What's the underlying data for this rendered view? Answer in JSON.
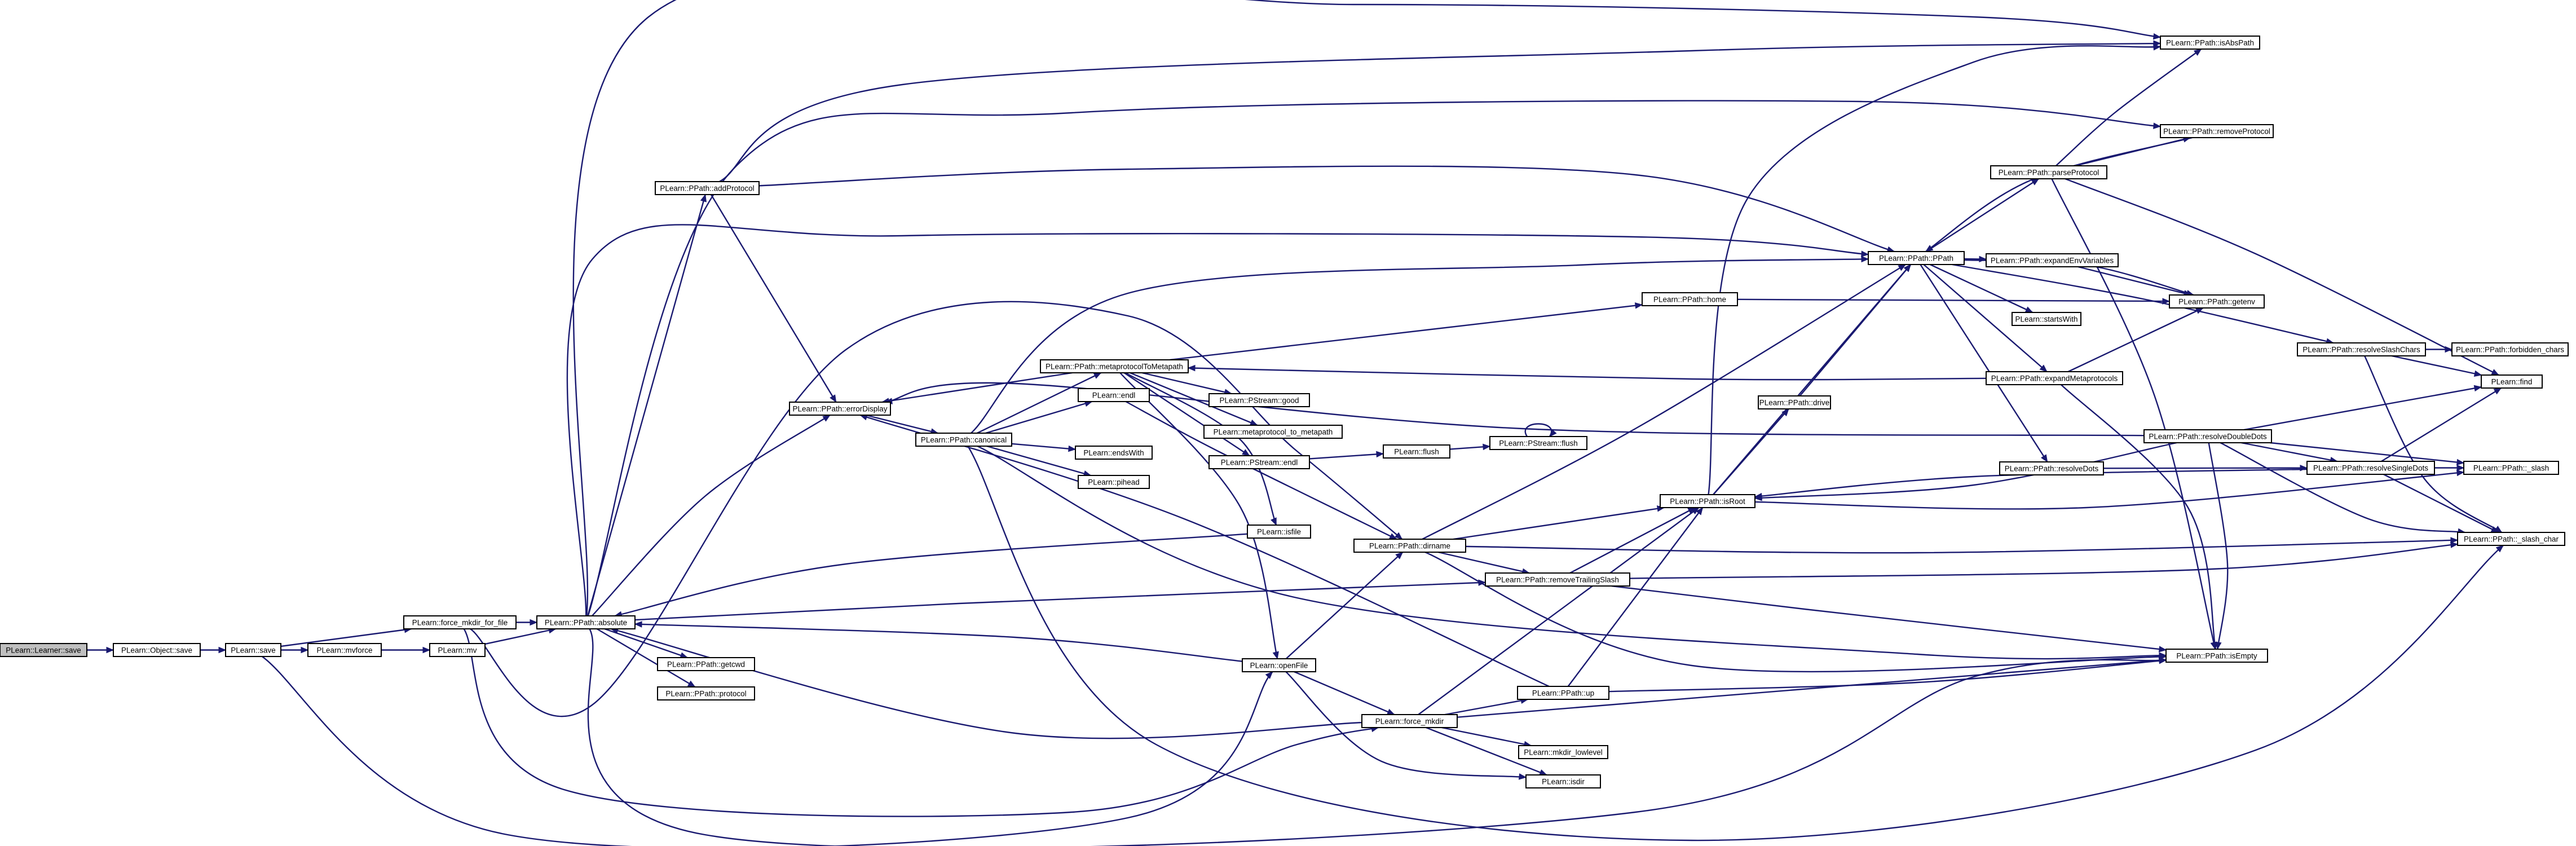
{
  "graph": {
    "edge_color": "#191970",
    "root_fill": "#bfbfbf",
    "node_fill": "#ffffff",
    "nodes": [
      {
        "id": "learner_save",
        "label": "PLearn::Learner::save",
        "root": true
      },
      {
        "id": "object_save",
        "label": "PLearn::Object::save"
      },
      {
        "id": "save",
        "label": "PLearn::save"
      },
      {
        "id": "mvforce",
        "label": "PLearn::mvforce"
      },
      {
        "id": "mv",
        "label": "PLearn::mv"
      },
      {
        "id": "force_mkdir_for_file",
        "label": "PLearn::force_mkdir_for_file"
      },
      {
        "id": "absolute",
        "label": "PLearn::PPath::absolute"
      },
      {
        "id": "addProtocol",
        "label": "PLearn::PPath::addProtocol"
      },
      {
        "id": "errorDisplay",
        "label": "PLearn::PPath::errorDisplay"
      },
      {
        "id": "canonical",
        "label": "PLearn::PPath::canonical"
      },
      {
        "id": "getcwd",
        "label": "PLearn::PPath::getcwd"
      },
      {
        "id": "protocol",
        "label": "PLearn::PPath::protocol"
      },
      {
        "id": "metaprotocolToMetapath",
        "label": "PLearn::PPath::metaprotocolToMetapath"
      },
      {
        "id": "endl",
        "label": "PLearn::endl"
      },
      {
        "id": "endsWith",
        "label": "PLearn::endsWith"
      },
      {
        "id": "pihead",
        "label": "PLearn::pihead"
      },
      {
        "id": "isfile",
        "label": "PLearn::isfile"
      },
      {
        "id": "openFile",
        "label": "PLearn::openFile"
      },
      {
        "id": "pstream_good",
        "label": "PLearn::PStream::good"
      },
      {
        "id": "metaprotocol_to_metapath",
        "label": "PLearn::metaprotocol_to_metapath"
      },
      {
        "id": "pstream_endl",
        "label": "PLearn::PStream::endl"
      },
      {
        "id": "flush",
        "label": "PLearn::flush"
      },
      {
        "id": "pstream_flush",
        "label": "PLearn::PStream::flush"
      },
      {
        "id": "home",
        "label": "PLearn::PPath::home"
      },
      {
        "id": "dirname",
        "label": "PLearn::PPath::dirname"
      },
      {
        "id": "removeTrailingSlash",
        "label": "PLearn::PPath::removeTrailingSlash"
      },
      {
        "id": "force_mkdir",
        "label": "PLearn::force_mkdir"
      },
      {
        "id": "up",
        "label": "PLearn::PPath::up"
      },
      {
        "id": "mkdir_lowlevel",
        "label": "PLearn::mkdir_lowlevel"
      },
      {
        "id": "isdir",
        "label": "PLearn::isdir"
      },
      {
        "id": "drive",
        "label": "PLearn::PPath::drive"
      },
      {
        "id": "isRoot",
        "label": "PLearn::PPath::isRoot"
      },
      {
        "id": "pp_ppath",
        "label": "PLearn::PPath::PPath"
      },
      {
        "id": "isAbsPath",
        "label": "PLearn::PPath::isAbsPath"
      },
      {
        "id": "removeProtocol",
        "label": "PLearn::PPath::removeProtocol"
      },
      {
        "id": "parseProtocol",
        "label": "PLearn::PPath::parseProtocol"
      },
      {
        "id": "expandEnvVariables",
        "label": "PLearn::PPath::expandEnvVariables"
      },
      {
        "id": "startsWith",
        "label": "PLearn::startsWith"
      },
      {
        "id": "getenv",
        "label": "PLearn::PPath::getenv"
      },
      {
        "id": "expandMetaprotocols",
        "label": "PLearn::PPath::expandMetaprotocols"
      },
      {
        "id": "resolveDots",
        "label": "PLearn::PPath::resolveDots"
      },
      {
        "id": "resolveDoubleDots",
        "label": "PLearn::PPath::resolveDoubleDots"
      },
      {
        "id": "resolveSingleDots",
        "label": "PLearn::PPath::resolveSingleDots"
      },
      {
        "id": "resolveSlashChars",
        "label": "PLearn::PPath::resolveSlashChars"
      },
      {
        "id": "forbidden_chars",
        "label": "PLearn::PPath::forbidden_chars"
      },
      {
        "id": "find",
        "label": "PLearn::find"
      },
      {
        "id": "slash",
        "label": "PLearn::PPath::_slash"
      },
      {
        "id": "slash_char",
        "label": "PLearn::PPath::_slash_char"
      },
      {
        "id": "isEmpty",
        "label": "PLearn::PPath::isEmpty"
      }
    ],
    "edges": [
      [
        "learner_save",
        "object_save"
      ],
      [
        "object_save",
        "save"
      ],
      [
        "save",
        "mvforce"
      ],
      [
        "save",
        "force_mkdir_for_file"
      ],
      [
        "save",
        "openFile"
      ],
      [
        "mvforce",
        "mv"
      ],
      [
        "mv",
        "absolute"
      ],
      [
        "force_mkdir_for_file",
        "absolute"
      ],
      [
        "force_mkdir_for_file",
        "dirname"
      ],
      [
        "force_mkdir_for_file",
        "force_mkdir"
      ],
      [
        "absolute",
        "addProtocol"
      ],
      [
        "absolute",
        "getcwd"
      ],
      [
        "absolute",
        "protocol"
      ],
      [
        "absolute",
        "isAbsPath"
      ],
      [
        "absolute",
        "removeProtocol"
      ],
      [
        "absolute",
        "pp_ppath"
      ],
      [
        "absolute",
        "errorDisplay"
      ],
      [
        "absolute",
        "isEmpty"
      ],
      [
        "absolute",
        "removeTrailingSlash"
      ],
      [
        "addProtocol",
        "isAbsPath"
      ],
      [
        "addProtocol",
        "pp_ppath"
      ],
      [
        "addProtocol",
        "errorDisplay"
      ],
      [
        "errorDisplay",
        "canonical"
      ],
      [
        "canonical",
        "metaprotocolToMetapath"
      ],
      [
        "canonical",
        "endl"
      ],
      [
        "canonical",
        "endsWith"
      ],
      [
        "canonical",
        "pihead"
      ],
      [
        "canonical",
        "pp_ppath"
      ],
      [
        "canonical",
        "isEmpty"
      ],
      [
        "canonical",
        "slash_char"
      ],
      [
        "metaprotocolToMetapath",
        "errorDisplay"
      ],
      [
        "metaprotocolToMetapath",
        "home"
      ],
      [
        "metaprotocolToMetapath",
        "pstream_good"
      ],
      [
        "metaprotocolToMetapath",
        "metaprotocol_to_metapath"
      ],
      [
        "metaprotocolToMetapath",
        "pstream_endl"
      ],
      [
        "metaprotocolToMetapath",
        "isfile"
      ],
      [
        "metaprotocolToMetapath",
        "openFile"
      ],
      [
        "endl",
        "dirname"
      ],
      [
        "pstream_endl",
        "flush"
      ],
      [
        "flush",
        "pstream_flush"
      ],
      [
        "pstream_flush",
        "pstream_flush"
      ],
      [
        "home",
        "getenv"
      ],
      [
        "isfile",
        "absolute"
      ],
      [
        "openFile",
        "absolute"
      ],
      [
        "openFile",
        "dirname"
      ],
      [
        "openFile",
        "force_mkdir"
      ],
      [
        "openFile",
        "isdir"
      ],
      [
        "dirname",
        "removeTrailingSlash"
      ],
      [
        "dirname",
        "isRoot"
      ],
      [
        "dirname",
        "pp_ppath"
      ],
      [
        "dirname",
        "isEmpty"
      ],
      [
        "dirname",
        "slash_char"
      ],
      [
        "removeTrailingSlash",
        "isRoot"
      ],
      [
        "removeTrailingSlash",
        "isEmpty"
      ],
      [
        "removeTrailingSlash",
        "slash_char"
      ],
      [
        "force_mkdir",
        "absolute"
      ],
      [
        "force_mkdir",
        "up"
      ],
      [
        "force_mkdir",
        "mkdir_lowlevel"
      ],
      [
        "force_mkdir",
        "isdir"
      ],
      [
        "force_mkdir",
        "isRoot"
      ],
      [
        "force_mkdir",
        "isEmpty"
      ],
      [
        "up",
        "errorDisplay"
      ],
      [
        "up",
        "isRoot"
      ],
      [
        "up",
        "isEmpty"
      ],
      [
        "isRoot",
        "drive"
      ],
      [
        "isRoot",
        "isAbsPath"
      ],
      [
        "isRoot",
        "pp_ppath"
      ],
      [
        "isRoot",
        "slash"
      ],
      [
        "drive",
        "pp_ppath"
      ],
      [
        "pp_ppath",
        "parseProtocol"
      ],
      [
        "pp_ppath",
        "expandEnvVariables"
      ],
      [
        "pp_ppath",
        "startsWith"
      ],
      [
        "pp_ppath",
        "getenv"
      ],
      [
        "pp_ppath",
        "expandMetaprotocols"
      ],
      [
        "pp_ppath",
        "resolveDots"
      ],
      [
        "pp_ppath",
        "resolveSlashChars"
      ],
      [
        "parseProtocol",
        "isAbsPath"
      ],
      [
        "parseProtocol",
        "removeProtocol"
      ],
      [
        "parseProtocol",
        "find"
      ],
      [
        "parseProtocol",
        "isEmpty"
      ],
      [
        "removeProtocol",
        "pp_ppath"
      ],
      [
        "expandEnvVariables",
        "getenv"
      ],
      [
        "expandMetaprotocols",
        "getenv"
      ],
      [
        "expandMetaprotocols",
        "metaprotocolToMetapath"
      ],
      [
        "expandMetaprotocols",
        "isEmpty"
      ],
      [
        "resolveDots",
        "resolveSingleDots"
      ],
      [
        "resolveDoubleDots",
        "isRoot"
      ],
      [
        "resolveDoubleDots",
        "resolveSingleDots"
      ],
      [
        "resolveDoubleDots",
        "find"
      ],
      [
        "resolveDoubleDots",
        "slash"
      ],
      [
        "resolveDoubleDots",
        "slash_char"
      ],
      [
        "resolveDoubleDots",
        "isEmpty"
      ],
      [
        "resolveDoubleDots",
        "errorDisplay"
      ],
      [
        "resolveSingleDots",
        "isRoot"
      ],
      [
        "resolveSingleDots",
        "find"
      ],
      [
        "resolveSingleDots",
        "slash"
      ],
      [
        "resolveSingleDots",
        "slash_char"
      ],
      [
        "resolveSlashChars",
        "forbidden_chars"
      ],
      [
        "resolveSlashChars",
        "find"
      ],
      [
        "resolveSlashChars",
        "slash_char"
      ]
    ]
  }
}
